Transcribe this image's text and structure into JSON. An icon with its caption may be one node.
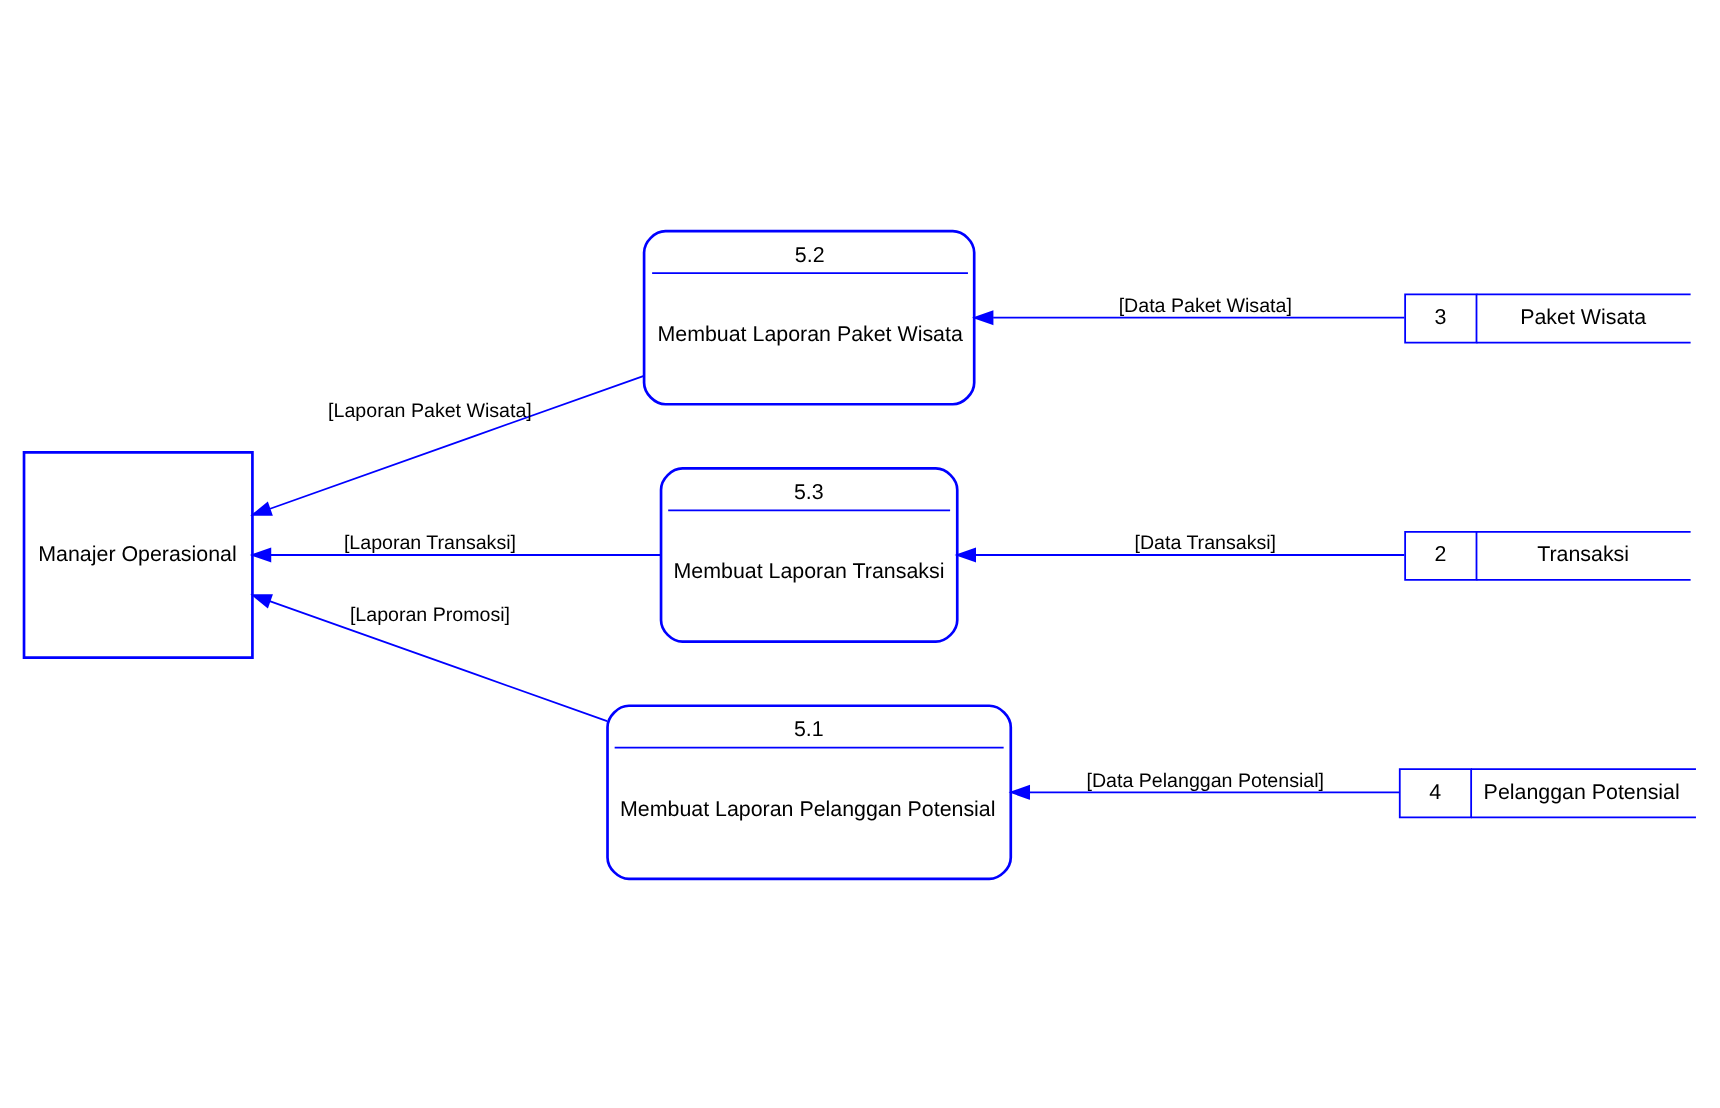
{
  "diagram": {
    "nodes": [
      {
        "text": [
          "5.1",
          "Membuat Laporan Pelanggan Potensial"
        ]
      },
      {
        "text": [
          "4",
          "Pelanggan Potensial"
        ]
      },
      {
        "text": [
          "5.2",
          "Membuat Laporan Paket Wisata"
        ]
      },
      {
        "text": [
          "3",
          "Paket Wisata"
        ]
      },
      {
        "text": [
          "Manajer Operasional"
        ]
      },
      {
        "text": [
          "5.3",
          "Membuat Laporan Transaksi"
        ]
      },
      {
        "text": [
          "2",
          "Transaksi"
        ]
      }
    ],
    "edges": [
      {
        "from": 1,
        "to": 0,
        "arrow": "to",
        "label": "[Data Pelanggan Potensial]"
      },
      {
        "from": 0,
        "to": 4,
        "arrow": "to",
        "label": "[Laporan Promosi]"
      },
      {
        "from": 2,
        "to": 4,
        "arrow": "to",
        "label": "[Laporan Paket Wisata]"
      },
      {
        "from": 3,
        "to": 2,
        "arrow": "to",
        "label": "[Data Paket Wisata]"
      },
      {
        "from": 6,
        "to": 5,
        "arrow": "to",
        "label": "[Data Transaksi]"
      },
      {
        "from": 5,
        "to": 4,
        "arrow": "to",
        "label": "[Laporan Transaksi]"
      }
    ]
  }
}
